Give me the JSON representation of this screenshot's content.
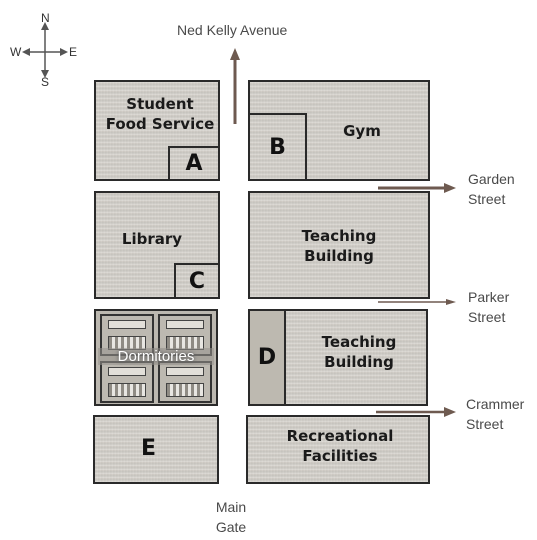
{
  "compass": {
    "n": "N",
    "s": "S",
    "e": "E",
    "w": "W"
  },
  "streets": {
    "north_avenue": "Ned Kelly Avenue",
    "garden_line1": "Garden",
    "garden_line2": "Street",
    "parker_line1": "Parker",
    "parker_line2": "Street",
    "crammer_line1": "Crammer",
    "crammer_line2": "Street",
    "gate_line1": "Main",
    "gate_line2": "Gate"
  },
  "buildings": {
    "food_line1": "Student",
    "food_line2": "Food Service",
    "gym": "Gym",
    "library": "Library",
    "teaching1_line1": "Teaching",
    "teaching1_line2": "Building",
    "dormitories": "Dormitories",
    "teaching2_line1": "Teaching",
    "teaching2_line2": "Building",
    "recreational_line1": "Recreational",
    "recreational_line2": "Facilities"
  },
  "markers": {
    "a": "A",
    "b": "B",
    "c": "C",
    "d": "D",
    "e": "E"
  },
  "colors": {
    "block_fill": "#d6d3cd",
    "arrow": "#6e5a50",
    "outline": "#2a2a2a"
  }
}
